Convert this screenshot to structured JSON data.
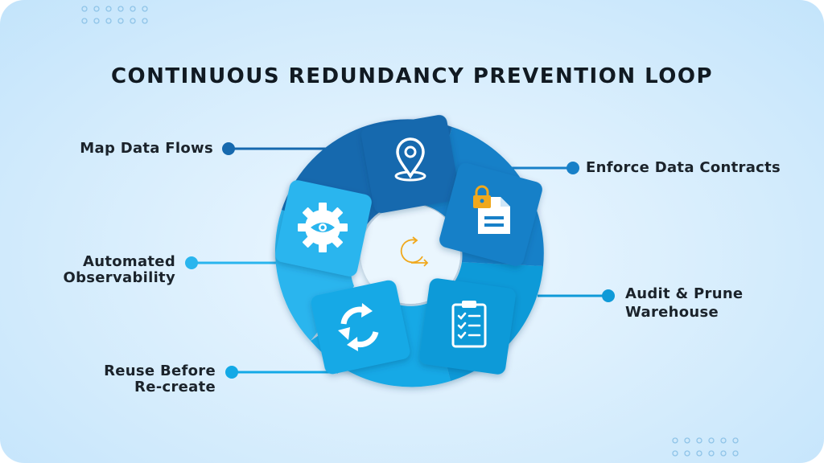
{
  "title": "CONTINUOUS REDUNDANCY PREVENTION LOOP",
  "steps": [
    {
      "label": "Map Data Flows",
      "icon": "location-pin-icon"
    },
    {
      "label": "Enforce Data Contracts",
      "icon": "locked-document-icon"
    },
    {
      "label_line1": "Audit & Prune",
      "label_line2": "Warehouse",
      "icon": "clipboard-checklist-icon"
    },
    {
      "label_line1": "Reuse Before",
      "label_line2": "Re-create",
      "icon": "recycle-arrows-icon"
    },
    {
      "label_line1": "Automated",
      "label_line2": "Observability",
      "icon": "gear-eye-icon"
    }
  ],
  "center_icon": "loop-arrow-icon",
  "colors": {
    "segment_1": "#1669ae",
    "segment_2": "#1880c8",
    "segment_3": "#0f9ad8",
    "segment_4": "#13a9e6",
    "segment_5": "#29b5ee",
    "accent": "#f0a81c",
    "title": "#111a22"
  }
}
